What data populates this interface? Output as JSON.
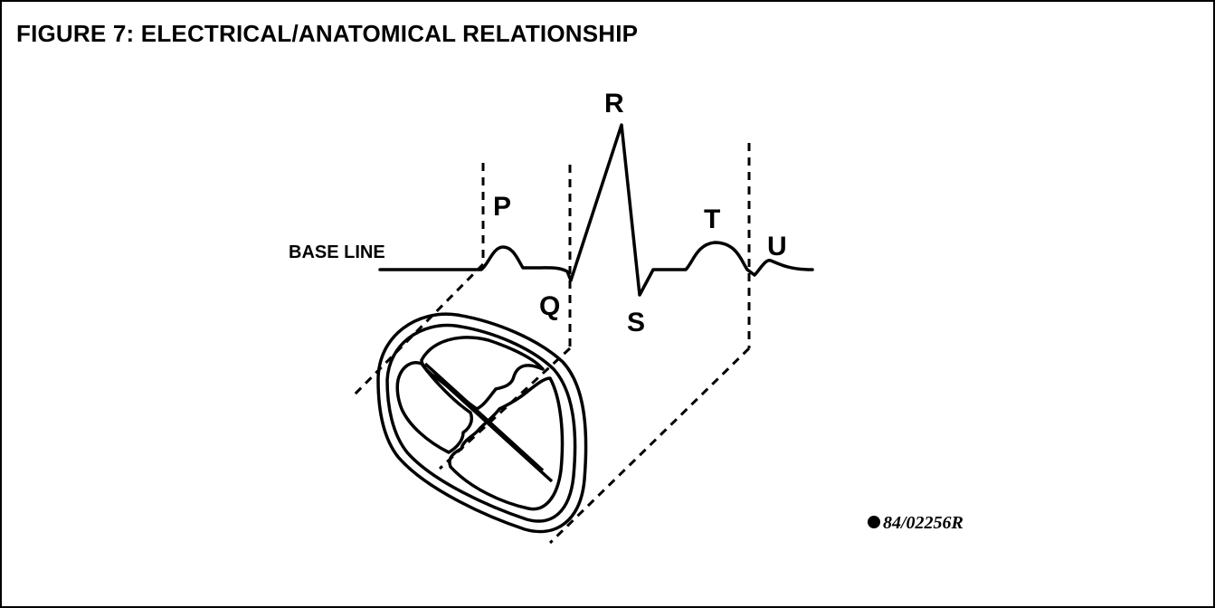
{
  "figure": {
    "title": "FIGURE 7: ELECTRICAL/ANATOMICAL RELATIONSHIP"
  },
  "ecg": {
    "baseline_label": "BASE LINE",
    "waves": {
      "p": "P",
      "q": "Q",
      "r": "R",
      "s": "S",
      "t": "T",
      "u": "U"
    }
  },
  "reference_code": "84/02256R",
  "colors": {
    "ink": "#000000",
    "background": "#ffffff"
  }
}
